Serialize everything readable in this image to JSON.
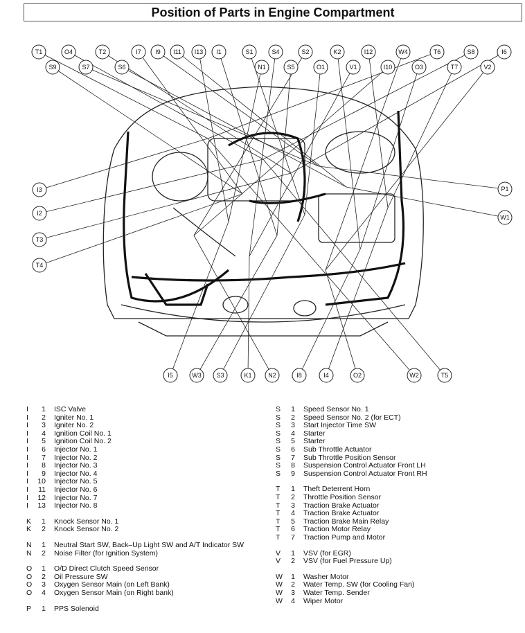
{
  "title": "Position of Parts in Engine Compartment",
  "callouts": {
    "top_row1": [
      "T1",
      "O4",
      "T2",
      "I7",
      "I9",
      "I11",
      "I13",
      "I1",
      "S1",
      "S4",
      "S2",
      "K2",
      "I12",
      "W4",
      "T6",
      "S8",
      "I6"
    ],
    "top_row2": [
      "S9",
      "S7",
      "S6",
      "N1",
      "S5",
      "O1",
      "V1",
      "I10",
      "O3",
      "T7",
      "V2"
    ],
    "left": [
      "I3",
      "I2",
      "T3",
      "T4"
    ],
    "right": [
      "P1",
      "W1"
    ],
    "bottom": [
      "I5",
      "W3",
      "S3",
      "K1",
      "N2",
      "I8",
      "I4",
      "O2",
      "W2",
      "T5"
    ]
  },
  "legend_left": [
    {
      "l": "I",
      "n": "1",
      "t": "ISC Valve"
    },
    {
      "l": "I",
      "n": "2",
      "t": "Igniter No. 1"
    },
    {
      "l": "I",
      "n": "3",
      "t": "Igniter No. 2"
    },
    {
      "l": "I",
      "n": "4",
      "t": "Ignition Coil No. 1"
    },
    {
      "l": "I",
      "n": "5",
      "t": "Ignition Coil No. 2"
    },
    {
      "l": "I",
      "n": "6",
      "t": "Injector No. 1"
    },
    {
      "l": "I",
      "n": "7",
      "t": "Injector No. 2"
    },
    {
      "l": "I",
      "n": "8",
      "t": "Injector No. 3"
    },
    {
      "l": "I",
      "n": "9",
      "t": "Injector No. 4"
    },
    {
      "l": "I",
      "n": "10",
      "t": "Injector No. 5"
    },
    {
      "l": "I",
      "n": "11",
      "t": "Injector No. 6"
    },
    {
      "l": "I",
      "n": "12",
      "t": "Injector No. 7"
    },
    {
      "l": "I",
      "n": "13",
      "t": "Injector No. 8"
    },
    {
      "gap": true
    },
    {
      "l": "K",
      "n": "1",
      "t": "Knock Sensor No. 1"
    },
    {
      "l": "K",
      "n": "2",
      "t": "Knock Sensor No. 2"
    },
    {
      "gap": true
    },
    {
      "l": "N",
      "n": "1",
      "t": "Neutral Start SW, Back–Up Light SW and A/T Indicator SW"
    },
    {
      "l": "N",
      "n": "2",
      "t": "Noise Filter (for Ignition System)"
    },
    {
      "gap": true
    },
    {
      "l": "O",
      "n": "1",
      "t": "O/D Direct Clutch Speed Sensor"
    },
    {
      "l": "O",
      "n": "2",
      "t": "Oil Pressure SW"
    },
    {
      "l": "O",
      "n": "3",
      "t": "Oxygen Sensor Main (on Left Bank)"
    },
    {
      "l": "O",
      "n": "4",
      "t": "Oxygen Sensor Main (on Right bank)"
    },
    {
      "gap": true
    },
    {
      "l": "P",
      "n": "1",
      "t": "PPS Solenoid"
    }
  ],
  "legend_right": [
    {
      "l": "S",
      "n": "1",
      "t": "Speed Sensor No. 1"
    },
    {
      "l": "S",
      "n": "2",
      "t": "Speed Sensor No. 2 (for ECT)"
    },
    {
      "l": "S",
      "n": "3",
      "t": "Start Injector Time SW"
    },
    {
      "l": "S",
      "n": "4",
      "t": "Starter"
    },
    {
      "l": "S",
      "n": "5",
      "t": "Starter"
    },
    {
      "l": "S",
      "n": "6",
      "t": "Sub Throttle Actuator"
    },
    {
      "l": "S",
      "n": "7",
      "t": "Sub Throttle Position Sensor"
    },
    {
      "l": "S",
      "n": "8",
      "t": "Suspension Control Actuator Front LH"
    },
    {
      "l": "S",
      "n": "9",
      "t": "Suspension Control Actuator Front RH"
    },
    {
      "gap": true
    },
    {
      "l": "T",
      "n": "1",
      "t": "Theft Deterrent Horn"
    },
    {
      "l": "T",
      "n": "2",
      "t": "Throttle Position Sensor"
    },
    {
      "l": "T",
      "n": "3",
      "t": "Traction Brake Actuator"
    },
    {
      "l": "T",
      "n": "4",
      "t": "Traction Brake Actuator"
    },
    {
      "l": "T",
      "n": "5",
      "t": "Traction Brake Main Relay"
    },
    {
      "l": "T",
      "n": "6",
      "t": "Traction Motor Relay"
    },
    {
      "l": "T",
      "n": "7",
      "t": "Traction Pump and Motor"
    },
    {
      "gap": true
    },
    {
      "l": "V",
      "n": "1",
      "t": "VSV (for EGR)"
    },
    {
      "l": "V",
      "n": "2",
      "t": "VSV (for Fuel Pressure Up)"
    },
    {
      "gap": true
    },
    {
      "l": "W",
      "n": "1",
      "t": "Washer Motor"
    },
    {
      "l": "W",
      "n": "2",
      "t": "Water Temp. SW (for Cooling Fan)"
    },
    {
      "l": "W",
      "n": "3",
      "t": "Water Temp. Sender"
    },
    {
      "l": "W",
      "n": "4",
      "t": "Wiper Motor"
    }
  ]
}
